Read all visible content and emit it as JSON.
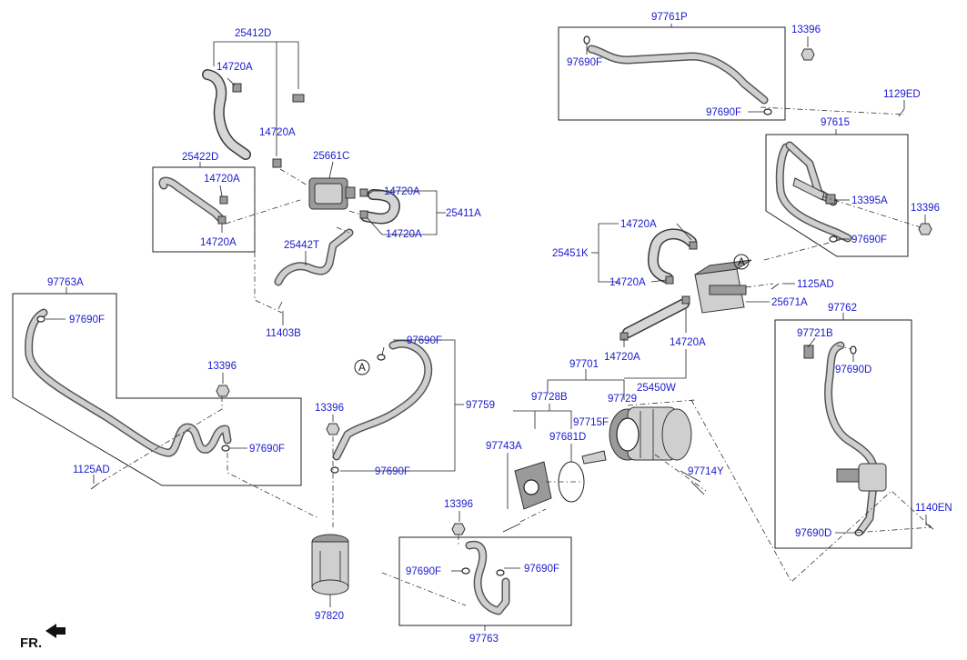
{
  "labels": {
    "p25412D": "25412D",
    "p14720A_1": "14720A",
    "p14720A_2": "14720A",
    "p25422D": "25422D",
    "p14720A_3": "14720A",
    "p14720A_4": "14720A",
    "p25661C": "25661C",
    "p14720A_5": "14720A",
    "p25411A": "25411A",
    "p14720A_6": "14720A",
    "p25442T": "25442T",
    "p11403B": "11403B",
    "p97763A": "97763A",
    "p97690F_1": "97690F",
    "p13396_1": "13396",
    "p97690F_2": "97690F",
    "p1125AD_1": "1125AD",
    "p97690F_3": "97690F",
    "pA_1": "A",
    "p13396_2": "13396",
    "p97759": "97759",
    "p97690F_4": "97690F",
    "p97820": "97820",
    "p13396_3": "13396",
    "p97690F_5": "97690F",
    "p97690F_6": "97690F",
    "p97763": "97763",
    "p97761P": "97761P",
    "p13396_4": "13396",
    "p97690F_7": "97690F",
    "p97690F_8": "97690F",
    "p1129ED": "1129ED",
    "p97615": "97615",
    "p13395A": "13395A",
    "p13396_5": "13396",
    "p97690F_9": "97690F",
    "p14720A_7": "14720A",
    "p25451K": "25451K",
    "p14720A_8": "14720A",
    "pA_2": "A",
    "p1125AD_2": "1125AD",
    "p25671A": "25671A",
    "p97762": "97762",
    "p97721B": "97721B",
    "p97690D_1": "97690D",
    "p14720A_9": "14720A",
    "p14720A_10": "14720A",
    "p97701": "97701",
    "p25450W": "25450W",
    "p97728B": "97728B",
    "p97729": "97729",
    "p97715F": "97715F",
    "p97743A": "97743A",
    "p97681D": "97681D",
    "p97714Y": "97714Y",
    "p1140EN": "1140EN",
    "p97690D_2": "97690D",
    "fr": "FR."
  },
  "colors": {
    "label": "#1a1acd",
    "line": "#222222",
    "part": "#cfcfcf"
  },
  "icons": {
    "front_arrow": "arrow-icon"
  }
}
